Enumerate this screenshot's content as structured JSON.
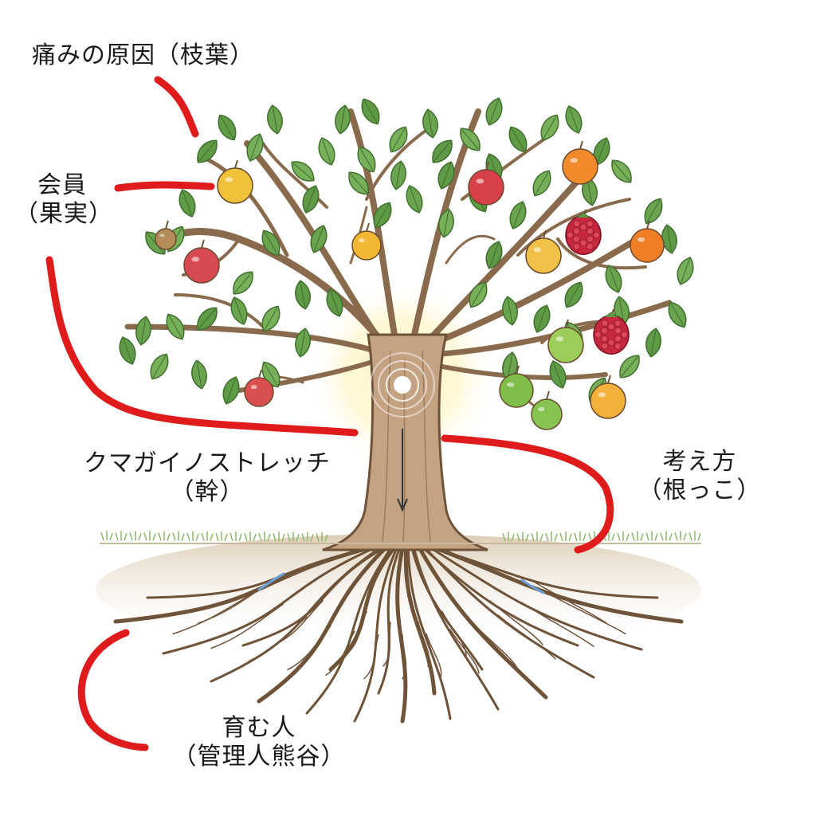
{
  "labels": {
    "branches": "痛みの原因（枝葉）",
    "fruit": {
      "line1": "会員",
      "line2": "（果実）"
    },
    "trunk": {
      "line1": "クマガイノストレッチ",
      "line2": "（幹）"
    },
    "roots": {
      "line1": "考え方",
      "line2": "（根っこ）"
    },
    "grower": {
      "line1": "育む人",
      "line2": "（管理人熊谷）"
    }
  },
  "colors": {
    "connector": "#e01b1b",
    "trunk": "#b08f6e",
    "trunk_dark": "#6e5339",
    "leaf": "#6fa653",
    "leaf_dark": "#3f6e2e",
    "soil": "#e9dccb",
    "grass": "#8cb86a",
    "glow": "#fff2b8"
  },
  "fruits": [
    {
      "kind": "apple",
      "color": "#f0c23a"
    },
    {
      "kind": "apple",
      "color": "#d9414a"
    },
    {
      "kind": "apple",
      "color": "#f08a2a"
    },
    {
      "kind": "raspberry",
      "color": "#c8283e"
    },
    {
      "kind": "apple",
      "color": "#f2b732"
    },
    {
      "kind": "apple",
      "color": "#f2c14a"
    },
    {
      "kind": "apple",
      "color": "#ef7f26"
    },
    {
      "kind": "apple",
      "color": "#d84a52"
    },
    {
      "kind": "apple",
      "color": "#b58c5a"
    },
    {
      "kind": "raspberry",
      "color": "#c8283e"
    },
    {
      "kind": "apple",
      "color": "#9ccd5a"
    },
    {
      "kind": "apple",
      "color": "#7fbe4a"
    },
    {
      "kind": "apple",
      "color": "#86c352"
    },
    {
      "kind": "apple",
      "color": "#f3b13a"
    },
    {
      "kind": "apple",
      "color": "#d9504e"
    }
  ]
}
